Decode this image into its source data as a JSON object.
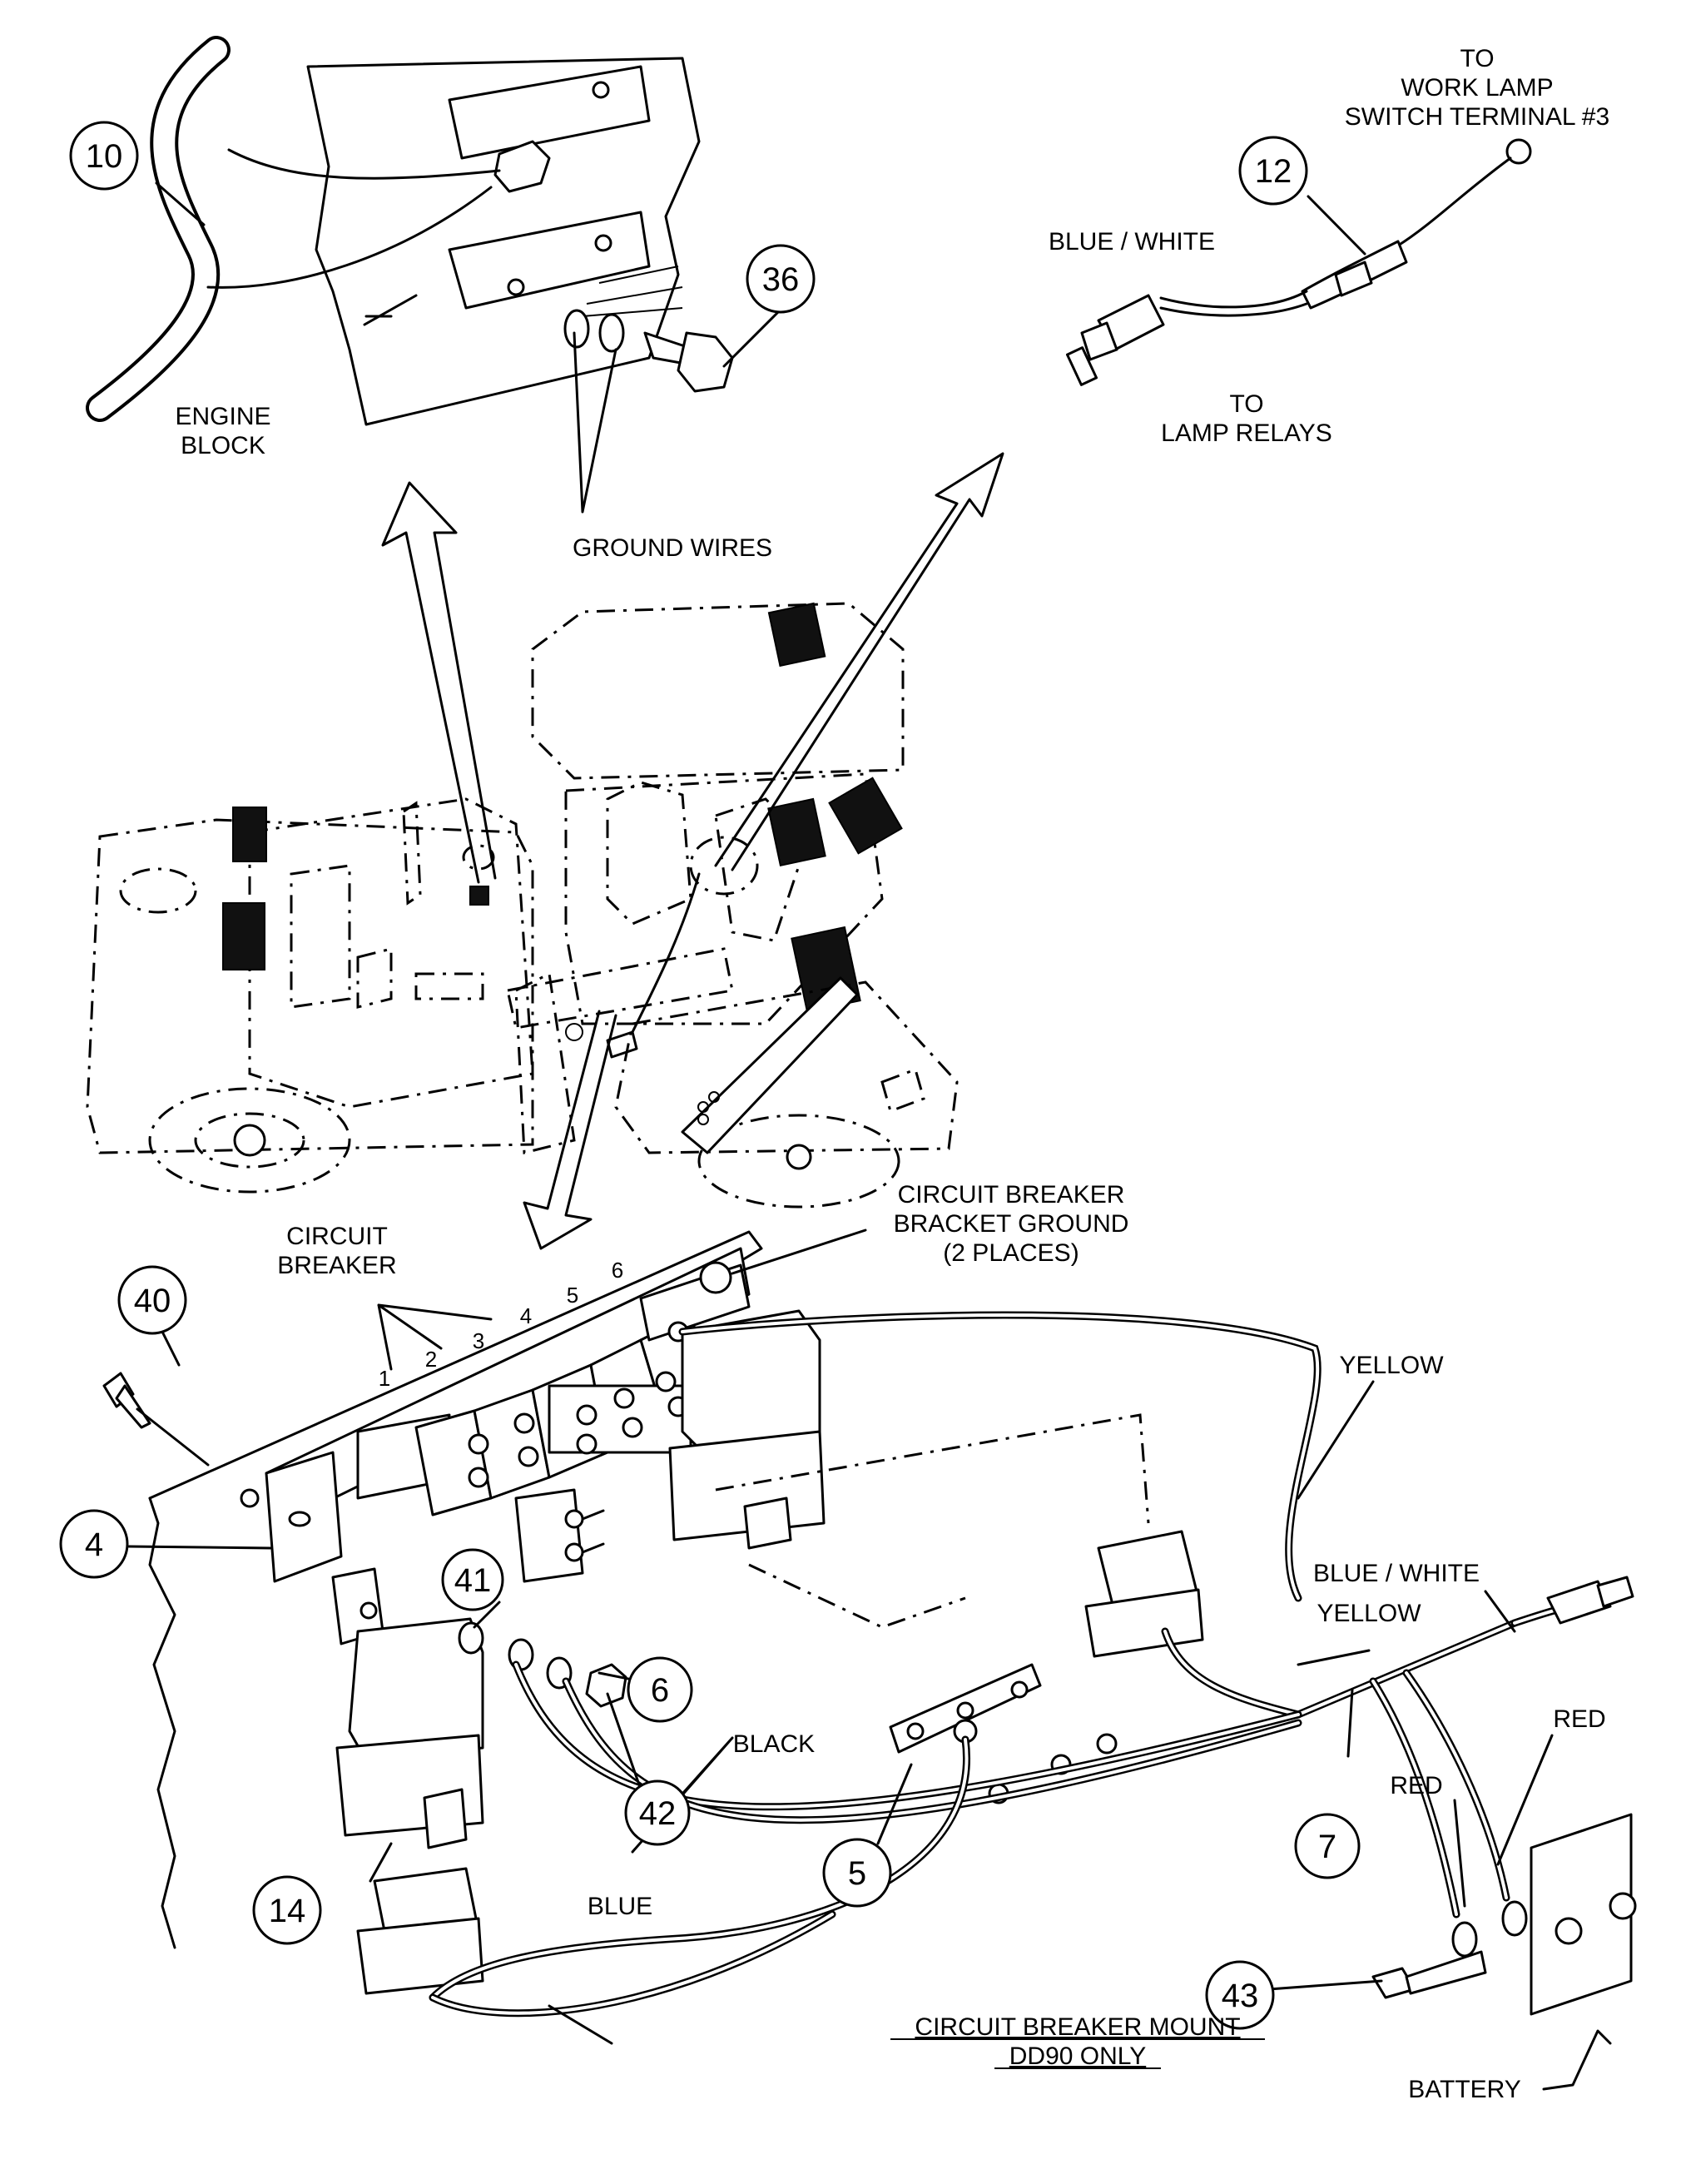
{
  "callouts": [
    {
      "id": "c10",
      "text": "10"
    },
    {
      "id": "c12",
      "text": "12"
    },
    {
      "id": "c36",
      "text": "36"
    },
    {
      "id": "c40",
      "text": "40"
    },
    {
      "id": "c4",
      "text": "4"
    },
    {
      "id": "c41",
      "text": "41"
    },
    {
      "id": "c6",
      "text": "6"
    },
    {
      "id": "c42",
      "text": "42"
    },
    {
      "id": "c5",
      "text": "5"
    },
    {
      "id": "c7",
      "text": "7"
    },
    {
      "id": "c14",
      "text": "14"
    },
    {
      "id": "c43",
      "text": "43"
    }
  ],
  "labels": {
    "engine_block": [
      "ENGINE",
      "BLOCK"
    ],
    "ground_wires": "GROUND WIRES",
    "to_work_lamp": [
      "TO",
      "WORK LAMP",
      "SWITCH TERMINAL #3"
    ],
    "blue_white_top": "BLUE / WHITE",
    "to_lamp_relays": [
      "TO",
      "LAMP RELAYS"
    ],
    "circuit_breaker": [
      "CIRCUIT",
      "BREAKER"
    ],
    "cb_bracket_ground": [
      "CIRCUIT BREAKER",
      "BRACKET GROUND",
      "(2 PLACES)"
    ],
    "breaker_numbers": [
      "1",
      "2",
      "3",
      "4",
      "5",
      "6"
    ],
    "yellow_1": "YELLOW",
    "blue_white_right": "BLUE / WHITE",
    "yellow_2": "YELLOW",
    "red_1": "RED",
    "red_2": "RED",
    "black": "BLACK",
    "blue": "BLUE",
    "mount_title": [
      "CIRCUIT BREAKER MOUNT",
      "DD90 ONLY"
    ],
    "battery": "BATTERY"
  }
}
